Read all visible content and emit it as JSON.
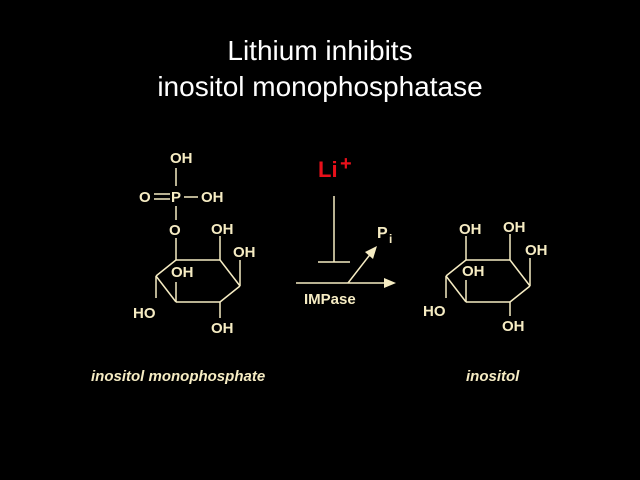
{
  "slide": {
    "title_line1": "Lithium inhibits",
    "title_line2": "inositol monophosphatase"
  },
  "colors": {
    "background": "#000000",
    "title": "#ffffff",
    "chemistry": "#f6ecc3",
    "lithium": "#e8101a"
  },
  "substrate": {
    "phosphate_oh_top": "OH",
    "phosphate_o_double": "O",
    "phosphate_p": "P",
    "phosphate_oh_right": "OH",
    "ester_o": "O",
    "oh_upper_right": "OH",
    "oh_right": "OH",
    "oh_center": "OH",
    "ho_left": "HO",
    "oh_bottom": "OH",
    "caption": "inositol monophosphate"
  },
  "reaction": {
    "inhibitor_main": "Li",
    "inhibitor_charge": "+",
    "product_p": "P",
    "product_sub": "i",
    "enzyme": "IMPase"
  },
  "product": {
    "oh_top_left": "OH",
    "oh_top_right": "OH",
    "oh_right": "OH",
    "oh_center": "OH",
    "ho_left": "HO",
    "oh_bottom": "OH",
    "caption": "inositol"
  }
}
